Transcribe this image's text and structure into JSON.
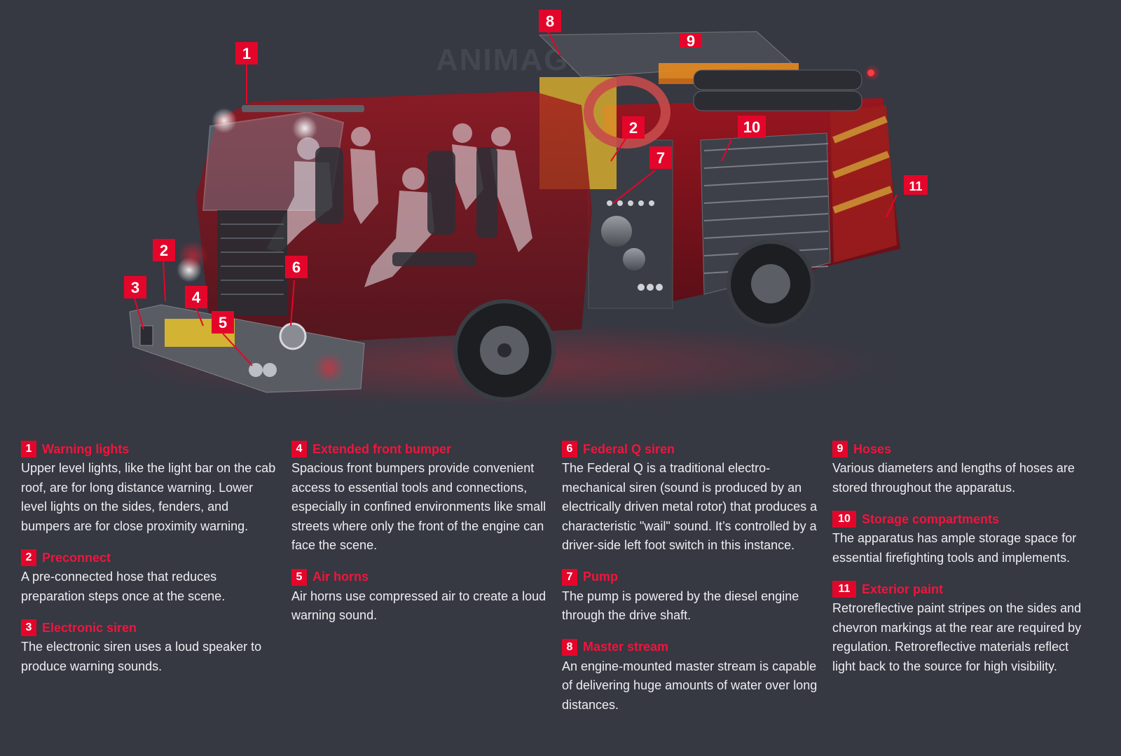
{
  "illustration": {
    "watermark": "ANIMAGRAFFS",
    "markers": [
      "1",
      "2",
      "2",
      "3",
      "4",
      "5",
      "6",
      "7",
      "8",
      "9",
      "10",
      "11"
    ]
  },
  "legend": {
    "columns": [
      [
        {
          "num": "1",
          "title": "Warning lights",
          "text": "Upper level lights, like the light bar on the cab roof, are for long distance warning. Lower level lights on the sides, fenders, and bumpers are for close proximity warning."
        },
        {
          "num": "2",
          "title": "Preconnect",
          "text": "A pre-connected hose that reduces preparation steps once at the scene."
        },
        {
          "num": "3",
          "title": "Electronic siren",
          "text": "The electronic siren uses a loud speaker to produce warning sounds."
        }
      ],
      [
        {
          "num": "4",
          "title": "Extended front bumper",
          "text": "Spacious front bumpers provide convenient access to essential tools and connections, especially in confined environments like small streets where only the front of the engine can face the scene."
        },
        {
          "num": "5",
          "title": "Air horns",
          "text": "Air horns use compressed air to create a loud warning sound."
        }
      ],
      [
        {
          "num": "6",
          "title": "Federal Q siren",
          "text": "The Federal Q is a traditional electro-mechanical siren (sound is produced by an electrically driven metal rotor) that produces a characteristic \"wail\" sound. It’s controlled by a driver-side left foot switch in this instance."
        },
        {
          "num": "7",
          "title": "Pump",
          "text": "The pump is powered by the diesel engine through the drive shaft."
        },
        {
          "num": "8",
          "title": "Master stream",
          "text": "An engine-mounted master stream is capable of delivering huge amounts of water over long distances."
        }
      ],
      [
        {
          "num": "9",
          "title": "Hoses",
          "text": "Various diameters and lengths of hoses are stored throughout the apparatus."
        },
        {
          "num": "10",
          "title": "Storage compartments",
          "text": "The apparatus has ample storage space for essential firefighting tools and implements."
        },
        {
          "num": "11",
          "title": "Exterior paint",
          "text": "Retroreflective paint stripes on the sides and chevron markings at the rear are required by regulation. Retroreflective materials reflect light back to the source for high visibility."
        }
      ]
    ]
  },
  "colors": {
    "background": "#363842",
    "accent": "#e4062a",
    "title": "#f0153c",
    "text": "#eeeef1"
  }
}
